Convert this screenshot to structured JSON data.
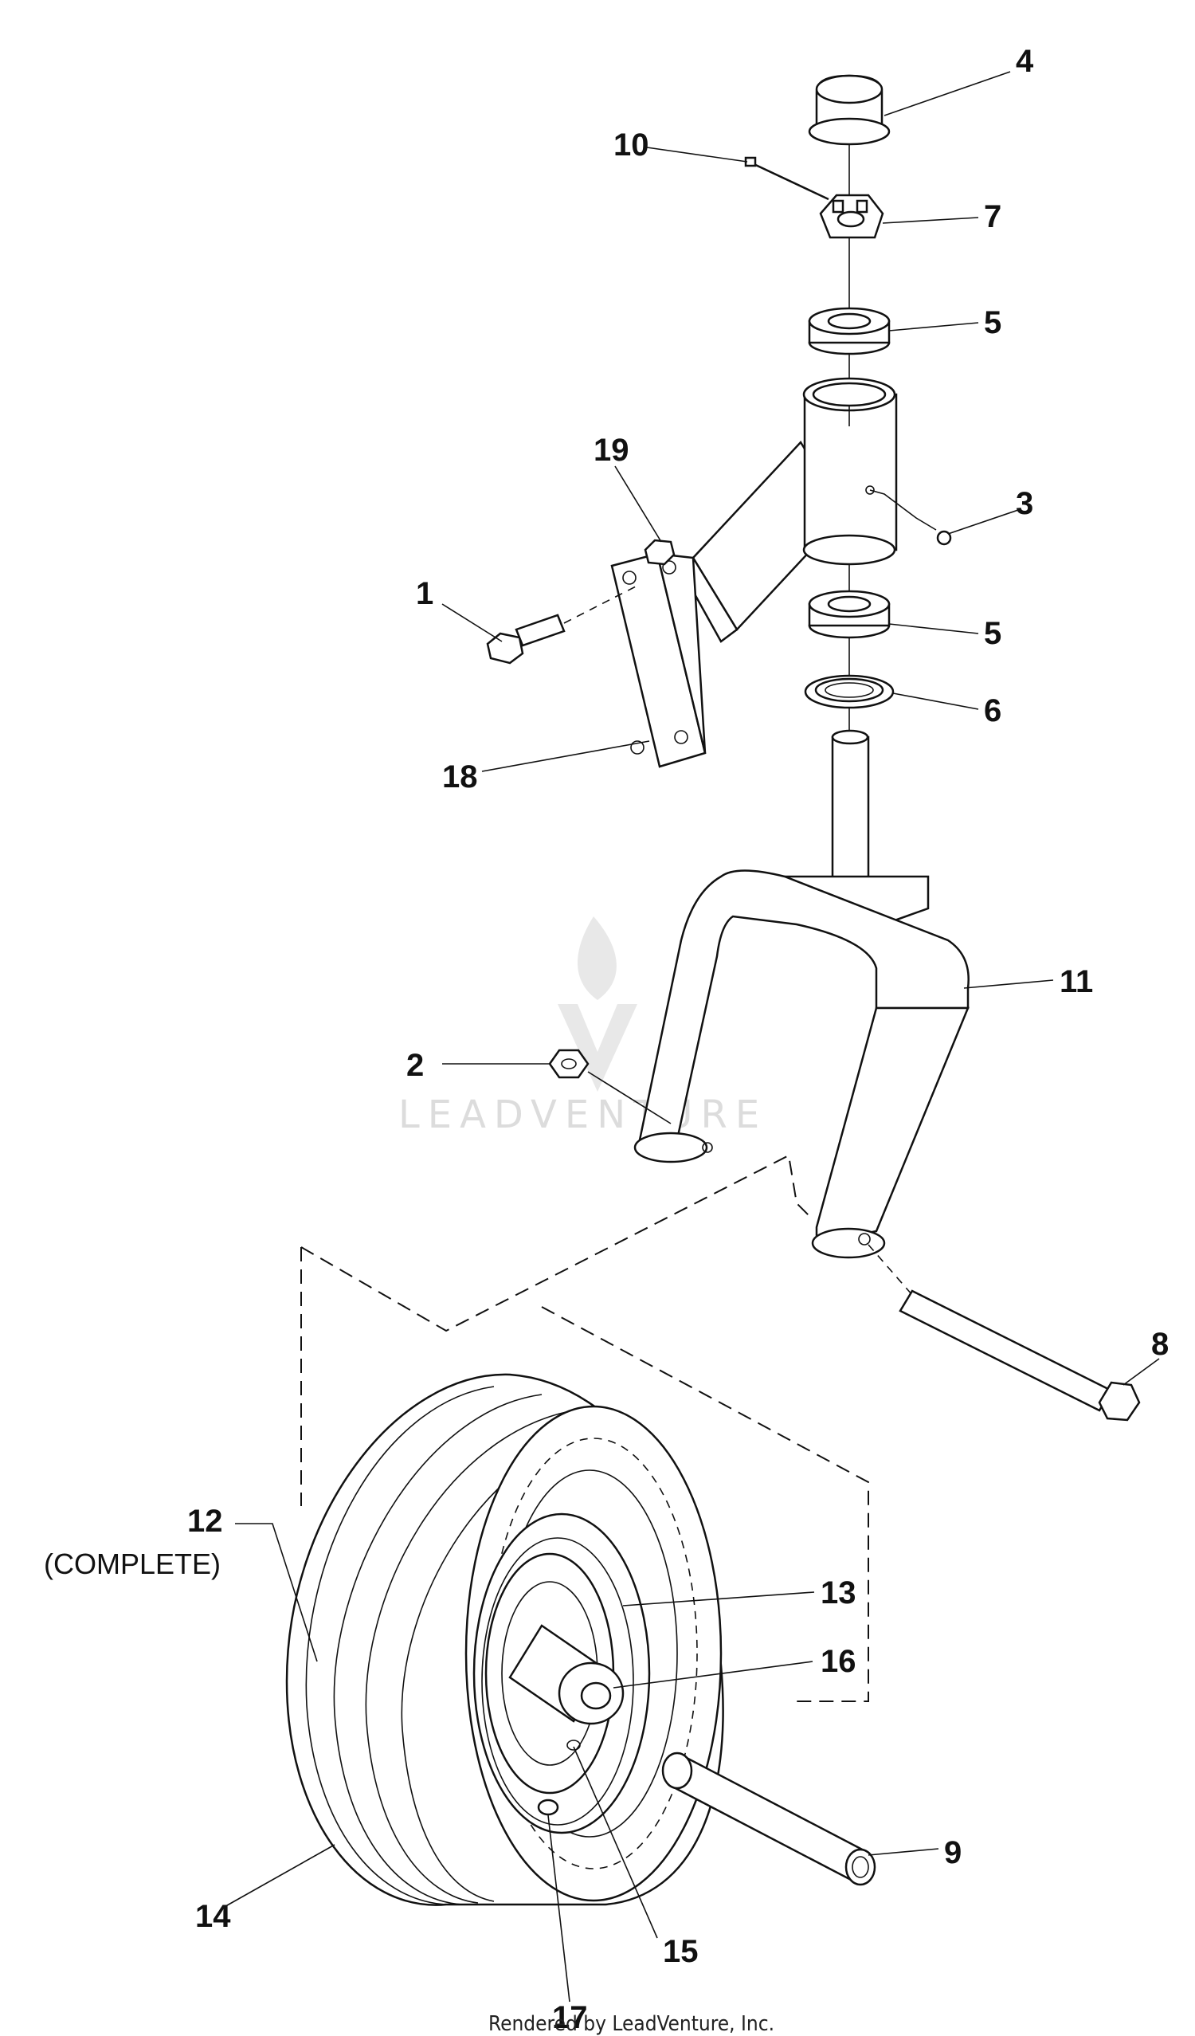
{
  "callouts": {
    "c1": "1",
    "c2": "2",
    "c3": "3",
    "c4": "4",
    "c5a": "5",
    "c5b": "5",
    "c6": "6",
    "c7": "7",
    "c8": "8",
    "c9": "9",
    "c10": "10",
    "c11": "11",
    "c12": "12",
    "c13": "13",
    "c14": "14",
    "c15": "15",
    "c16": "16",
    "c17": "17",
    "c18": "18",
    "c19": "19"
  },
  "note": "(COMPLETE)",
  "footer": "Rendered by LeadVenture, Inc.",
  "watermark": "LEADVENTURE"
}
